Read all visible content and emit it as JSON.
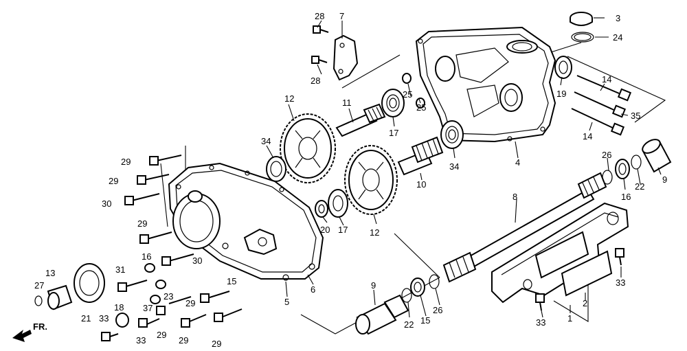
{
  "labels": {
    "l1": "1",
    "l2": "2",
    "l3": "3",
    "l4": "4",
    "l5": "5",
    "l6": "6",
    "l7": "7",
    "l8": "8",
    "l9a": "9",
    "l9b": "9",
    "l10": "10",
    "l11": "11",
    "l12a": "12",
    "l12b": "12",
    "l13": "13",
    "l14a": "14",
    "l14b": "14",
    "l15a": "15",
    "l15b": "15",
    "l16a": "16",
    "l16b": "16",
    "l17a": "17",
    "l17b": "17",
    "l18": "18",
    "l19": "19",
    "l20": "20",
    "l21": "21",
    "l22a": "22",
    "l22b": "22",
    "l23": "23",
    "l24": "24",
    "l25a": "25",
    "l25b": "25",
    "l26a": "26",
    "l26b": "26",
    "l27": "27",
    "l28a": "28",
    "l28b": "28",
    "l29a": "29",
    "l29b": "29",
    "l29c": "29",
    "l29d": "29",
    "l29e": "29",
    "l29f": "29",
    "l29g": "29",
    "l30a": "30",
    "l30b": "30",
    "l31": "31",
    "l33a": "33",
    "l33b": "33",
    "l33c": "33",
    "l33d": "33",
    "l34a": "34",
    "l34b": "34",
    "l35": "35",
    "l37": "37"
  },
  "direction": {
    "text": "FR."
  }
}
